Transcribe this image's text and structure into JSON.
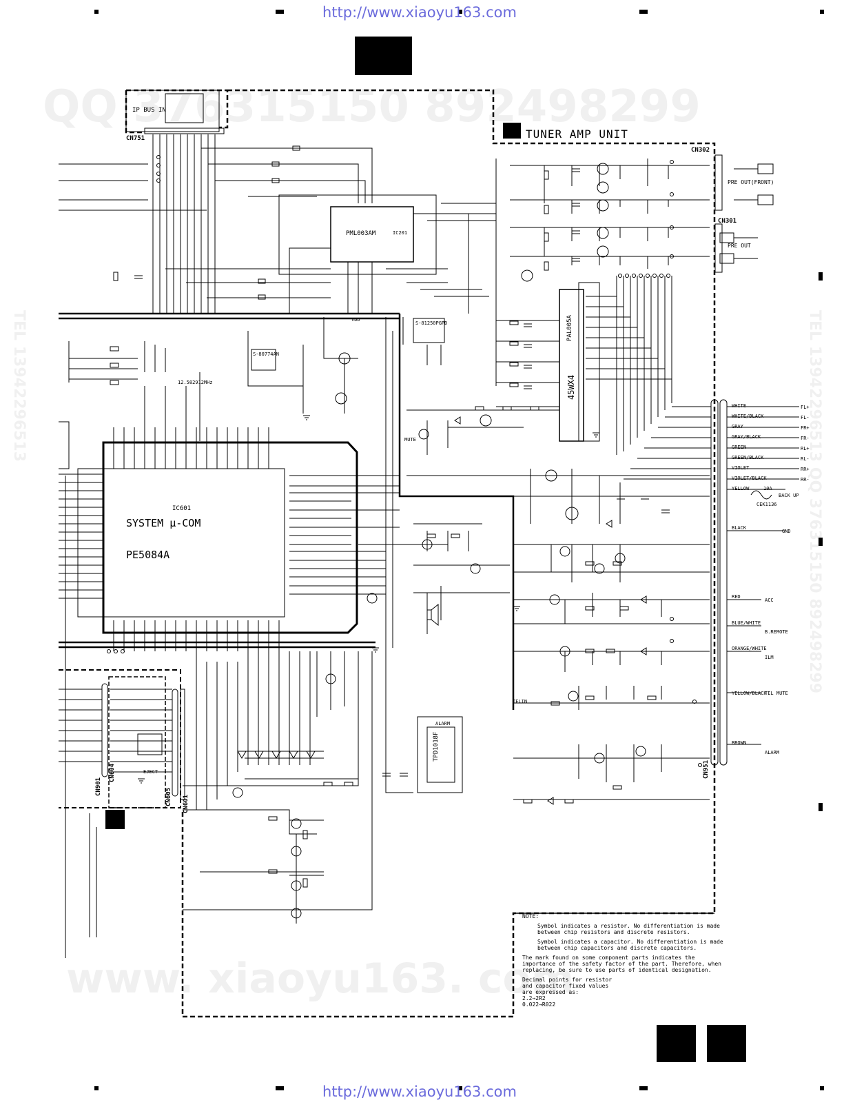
{
  "header": {
    "url_top": "http://www.xiaoyu163.com",
    "url_bottom": "http://www.xiaoyu163.com"
  },
  "watermarks": {
    "qq_top": "QQ 376315150  892498299",
    "site_bottom": "www. xiaoyu163. com",
    "tel_right": "TEL 13942296513  QQ 376315150  892498299",
    "tel_left": "TEL 13942296513"
  },
  "unit": {
    "title": "TUNER AMP UNIT"
  },
  "connectors": {
    "cn751": "CN751",
    "ip_bus": "IP BUS IN",
    "cn302": "CN302",
    "cn301": "CN301",
    "cn951": "CN951",
    "cn901": "CN901",
    "cn604": "CN604",
    "cn605": "CN605",
    "cn601": "CN601"
  },
  "ics": {
    "ic601_ref": "IC601",
    "ic601_name": "SYSTEM μ-COM",
    "ic601_part": "PE5084A",
    "ic201_ref": "IC201",
    "ic201_part": "PML003AM",
    "ic301_part": "PAL005A",
    "ic301_sub": "45WX4",
    "ic951": "S-81250PGPD",
    "ic604": "S-80774AN",
    "ic_alarm": "TPD1018F"
  },
  "outputs": {
    "pre_out_front": "PRE OUT(FRONT)",
    "pre_out": "PRE OUT",
    "wires": [
      "WHITE",
      "WHITE/BLACK",
      "GRAY",
      "GRAY/BLACK",
      "GREEN",
      "GREEN/BLACK",
      "VIOLET",
      "VIOLET/BLACK",
      "YELLOW",
      "BLACK",
      "RED",
      "BLUE/WHITE",
      "ORANGE/WHITE",
      "YELLOW/BLACK",
      "BROWN"
    ],
    "terminals": [
      "FL+",
      "FL-",
      "FR+",
      "FR-",
      "RL+",
      "RL-",
      "RR+",
      "RR-",
      "BACK UP",
      "GND",
      "ACC",
      "B.REMOTE",
      "ILM",
      "TEL MUTE",
      "ALARM"
    ],
    "fuse": "10A",
    "fuse_part": "CEK1136"
  },
  "labels": {
    "vdd": "VDD",
    "crystal": "12.582912MHz",
    "mute": "MUTE",
    "eject": "EJECT",
    "alarm": "ALARM",
    "telin": "TELIN"
  },
  "note": {
    "heading": "NOTE:",
    "resistor": "Symbol indicates a resistor. No differentiation is made between chip resistors and discrete resistors.",
    "capacitor": "Symbol indicates a capacitor. No differentiation is made between chip capacitors and discrete capacitors.",
    "safety": "The mark found on some component parts indicates the importance of the safety factor of the part. Therefore, when replacing, be sure to use parts of identical designation.",
    "decimal_1": "Decimal points for resistor",
    "decimal_2": "and capacitor fixed values",
    "decimal_3": "are expressed as:",
    "ex1": "2.2→2R2",
    "ex2": "0.022→R022"
  }
}
